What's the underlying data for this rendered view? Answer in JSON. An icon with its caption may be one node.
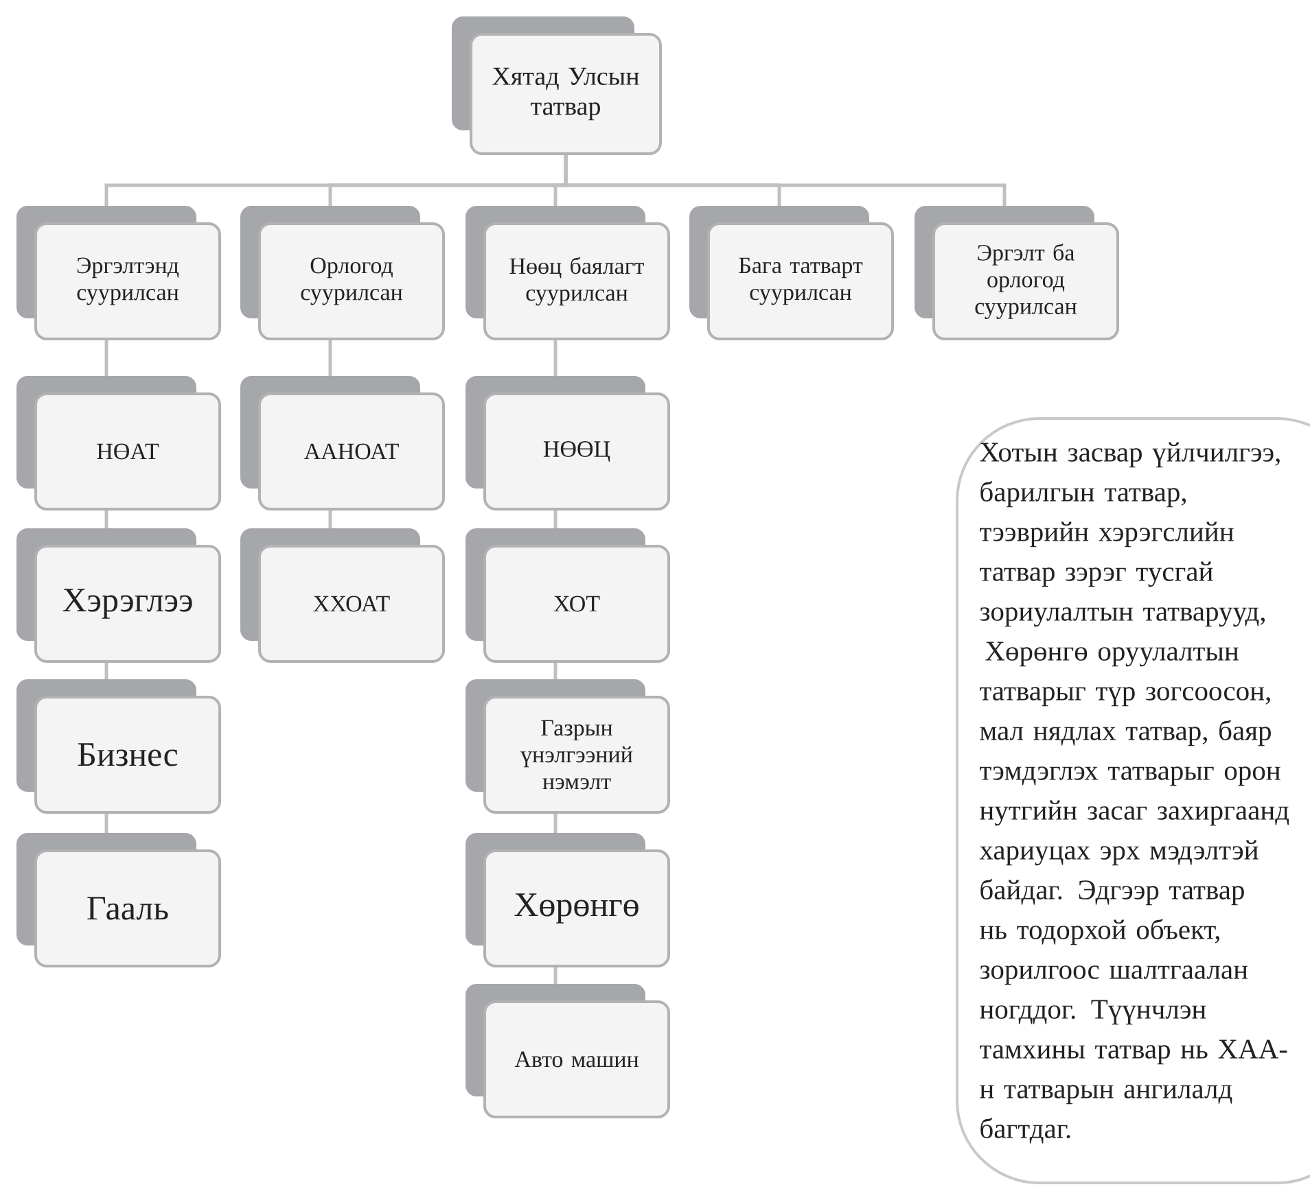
{
  "diagram": {
    "nodes": [
      {
        "text": [
          "Хятад Улсын татвар"
        ]
      },
      {
        "text": [
          "Эргэлтэнд суурилсан"
        ]
      },
      {
        "text": [
          "Орлогод суурилсан"
        ]
      },
      {
        "text": [
          "Нөөц баялагт суурилсан"
        ]
      },
      {
        "text": [
          "Бага татварт суурилсан"
        ]
      },
      {
        "text": [
          "Эргэлт ба орлогод суурилсан"
        ]
      },
      {
        "text": [
          "НӨАТ"
        ]
      },
      {
        "text": [
          "Хэрэглээ"
        ]
      },
      {
        "text": [
          "Бизнес"
        ]
      },
      {
        "text": [
          "Гааль"
        ]
      },
      {
        "text": [
          "ААНОАТ"
        ]
      },
      {
        "text": [
          "ХХОАТ"
        ]
      },
      {
        "text": [
          "НӨӨЦ"
        ]
      },
      {
        "text": [
          "ХОТ"
        ]
      },
      {
        "text": [
          "Газрын үнэлгээний нэмэлт"
        ]
      },
      {
        "text": [
          "Хөрөнгө"
        ]
      },
      {
        "text": [
          "Авто машин"
        ]
      },
      {
        "text": [
          "Хотын засвар үйлчилгээ, барилгын татвар, тээврийн хэрэгслийн татвар зэрэг тусгай зориулалтын татварууд,",
          "Хөрөнгө оруулалтын татварыг түр зогсоосон, мал нядлах татвар, баяр тэмдэглэх татварыг орон нутгийн засаг захиргаанд хариуцах эрх мэдэлтэй байдаг. Эдгээр татвар нь тодорхой объект, зорилгоос шалтгаалан ногддог. Түүнчлэн тамхины татвар нь ХАА-н татварын ангилалд багтдаг."
        ]
      }
    ],
    "edges": [
      {
        "from": 0,
        "to": 1,
        "arrow": "none"
      },
      {
        "from": 0,
        "to": 2,
        "arrow": "none"
      },
      {
        "from": 0,
        "to": 3,
        "arrow": "none"
      },
      {
        "from": 0,
        "to": 4,
        "arrow": "none"
      },
      {
        "from": 0,
        "to": 5,
        "arrow": "none"
      },
      {
        "from": 1,
        "to": 6,
        "arrow": "none"
      },
      {
        "from": 6,
        "to": 7,
        "arrow": "none"
      },
      {
        "from": 7,
        "to": 8,
        "arrow": "none"
      },
      {
        "from": 8,
        "to": 9,
        "arrow": "none"
      },
      {
        "from": 2,
        "to": 10,
        "arrow": "none"
      },
      {
        "from": 10,
        "to": 11,
        "arrow": "none"
      },
      {
        "from": 3,
        "to": 12,
        "arrow": "none"
      },
      {
        "from": 12,
        "to": 13,
        "arrow": "none"
      },
      {
        "from": 13,
        "to": 14,
        "arrow": "none"
      },
      {
        "from": 14,
        "to": 15,
        "arrow": "none"
      },
      {
        "from": 15,
        "to": 16,
        "arrow": "none"
      }
    ]
  }
}
